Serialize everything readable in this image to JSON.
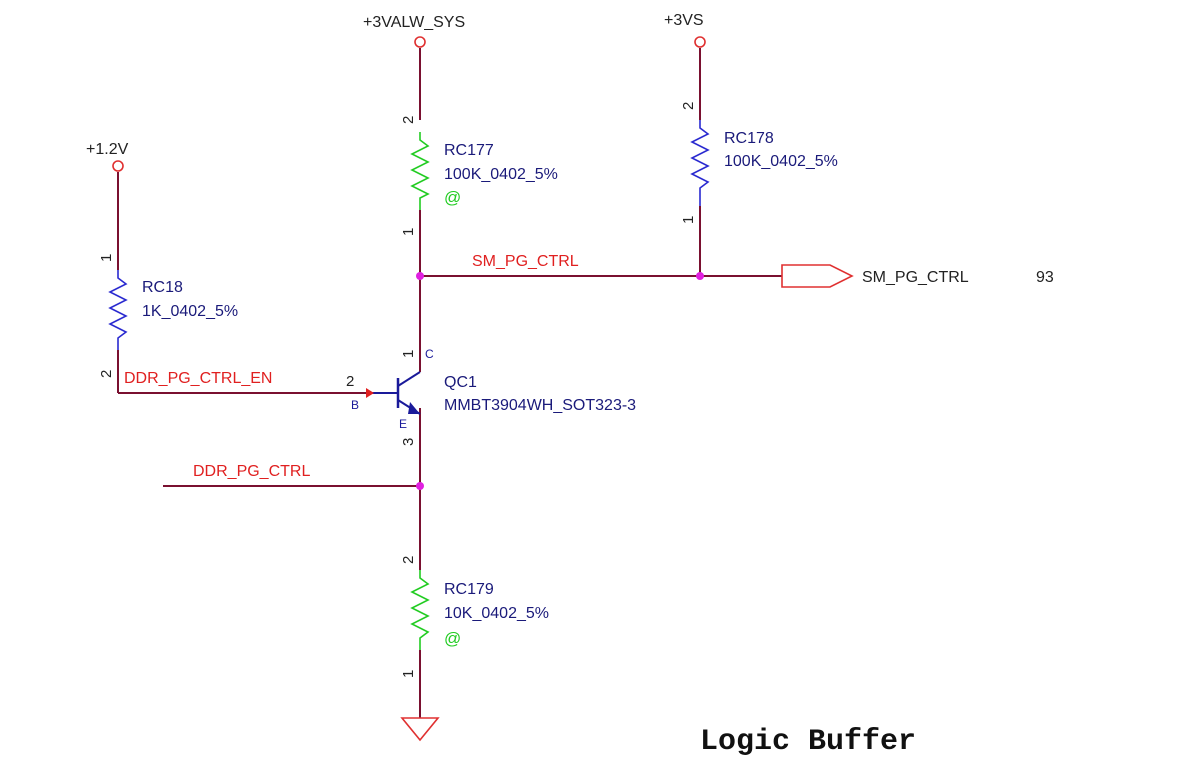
{
  "power_labels": {
    "rail_3valw": "+3VALW_SYS",
    "rail_3vs": "+3VS",
    "rail_1v2": "+1.2V"
  },
  "components": {
    "rc177": {
      "ref": "RC177",
      "value": "100K_0402_5%",
      "mark": "@",
      "pin_top": "2",
      "pin_bottom": "1"
    },
    "rc178": {
      "ref": "RC178",
      "value": "100K_0402_5%",
      "pin_top": "2",
      "pin_bottom": "1"
    },
    "rc18": {
      "ref": "RC18",
      "value": "1K_0402_5%",
      "pin_top": "1",
      "pin_bottom": "2"
    },
    "rc179": {
      "ref": "RC179",
      "value": "10K_0402_5%",
      "mark": "@",
      "pin_top": "2",
      "pin_bottom": "1"
    },
    "qc1": {
      "ref": "QC1",
      "value": "MMBT3904WH_SOT323-3",
      "pin_c_num": "1",
      "pin_c_label": "C",
      "pin_b_num": "2",
      "pin_b_label": "B",
      "pin_e_num": "3",
      "pin_e_label": "E"
    }
  },
  "nets": {
    "sm_pg_ctrl": "SM_PG_CTRL",
    "ddr_pg_ctrl_en": "DDR_PG_CTRL_EN",
    "ddr_pg_ctrl": "DDR_PG_CTRL"
  },
  "off_page": {
    "label": "SM_PG_CTRL",
    "page_ref": "93"
  },
  "title": "Logic Buffer",
  "colors": {
    "wire": "#7a1030",
    "net_label": "#e02020",
    "junction": "#e020e0",
    "resistor_populated": "#2a2ad0",
    "resistor_optional": "#22cc22"
  }
}
